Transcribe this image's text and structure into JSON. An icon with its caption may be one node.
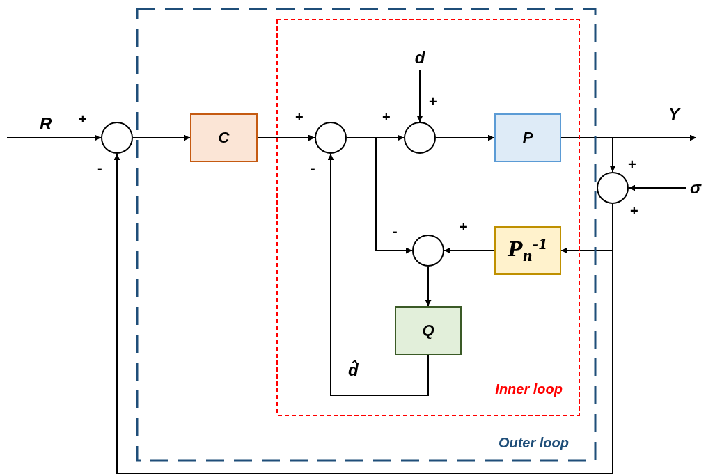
{
  "diagram": {
    "nodes": [
      {
        "text": [
          "Outer loop"
        ]
      },
      {
        "text": [
          "Inner loop"
        ],
        "in": 0
      },
      {
        "text": [],
        "shape": "circle"
      },
      {
        "text": [
          "C"
        ],
        "in": 0
      },
      {
        "text": [],
        "shape": "circle",
        "in": 1
      },
      {
        "text": [
          "d"
        ],
        "in": 1
      },
      {
        "text": [],
        "shape": "circle",
        "in": 1
      },
      {
        "text": [
          "P"
        ],
        "in": 1
      },
      {
        "text": [],
        "shape": "circle"
      },
      {
        "text": [
          "σ"
        ]
      },
      {
        "text": [
          "P$_{n}$$^{-1}$"
        ],
        "in": 1
      },
      {
        "text": [],
        "shape": "circle",
        "in": 1
      },
      {
        "text": [
          "Q"
        ],
        "in": 1
      }
    ],
    "edges": [
      {
        "from": null,
        "to": 2,
        "arrow": "to",
        "label": "R"
      },
      {
        "from": 2,
        "to": 3,
        "arrow": "to"
      },
      {
        "from": 3,
        "to": 4,
        "arrow": "to"
      },
      {
        "from": 4,
        "to": 6,
        "arrow": "to"
      },
      {
        "from": 4,
        "to": 11,
        "arrow": "to"
      },
      {
        "from": 5,
        "to": 6,
        "arrow": "to"
      },
      {
        "from": 6,
        "to": 7,
        "arrow": "to"
      },
      {
        "from": 7,
        "to": null,
        "arrow": "to",
        "label": "Y"
      },
      {
        "from": 7,
        "to": 8,
        "arrow": "to"
      },
      {
        "from": 9,
        "to": 8,
        "arrow": "to"
      },
      {
        "from": 8,
        "to": 10,
        "arrow": "to"
      },
      {
        "from": 8,
        "to": 2,
        "arrow": "to"
      },
      {
        "from": 10,
        "to": 11,
        "arrow": "to"
      },
      {
        "from": 11,
        "to": 12,
        "arrow": "to"
      },
      {
        "from": 12,
        "to": 4,
        "arrow": "to",
        "label": "d̂"
      }
    ],
    "labels": [
      "+",
      "+",
      "+",
      "+",
      "+",
      "-",
      "-",
      "+",
      "+",
      "-"
    ]
  }
}
